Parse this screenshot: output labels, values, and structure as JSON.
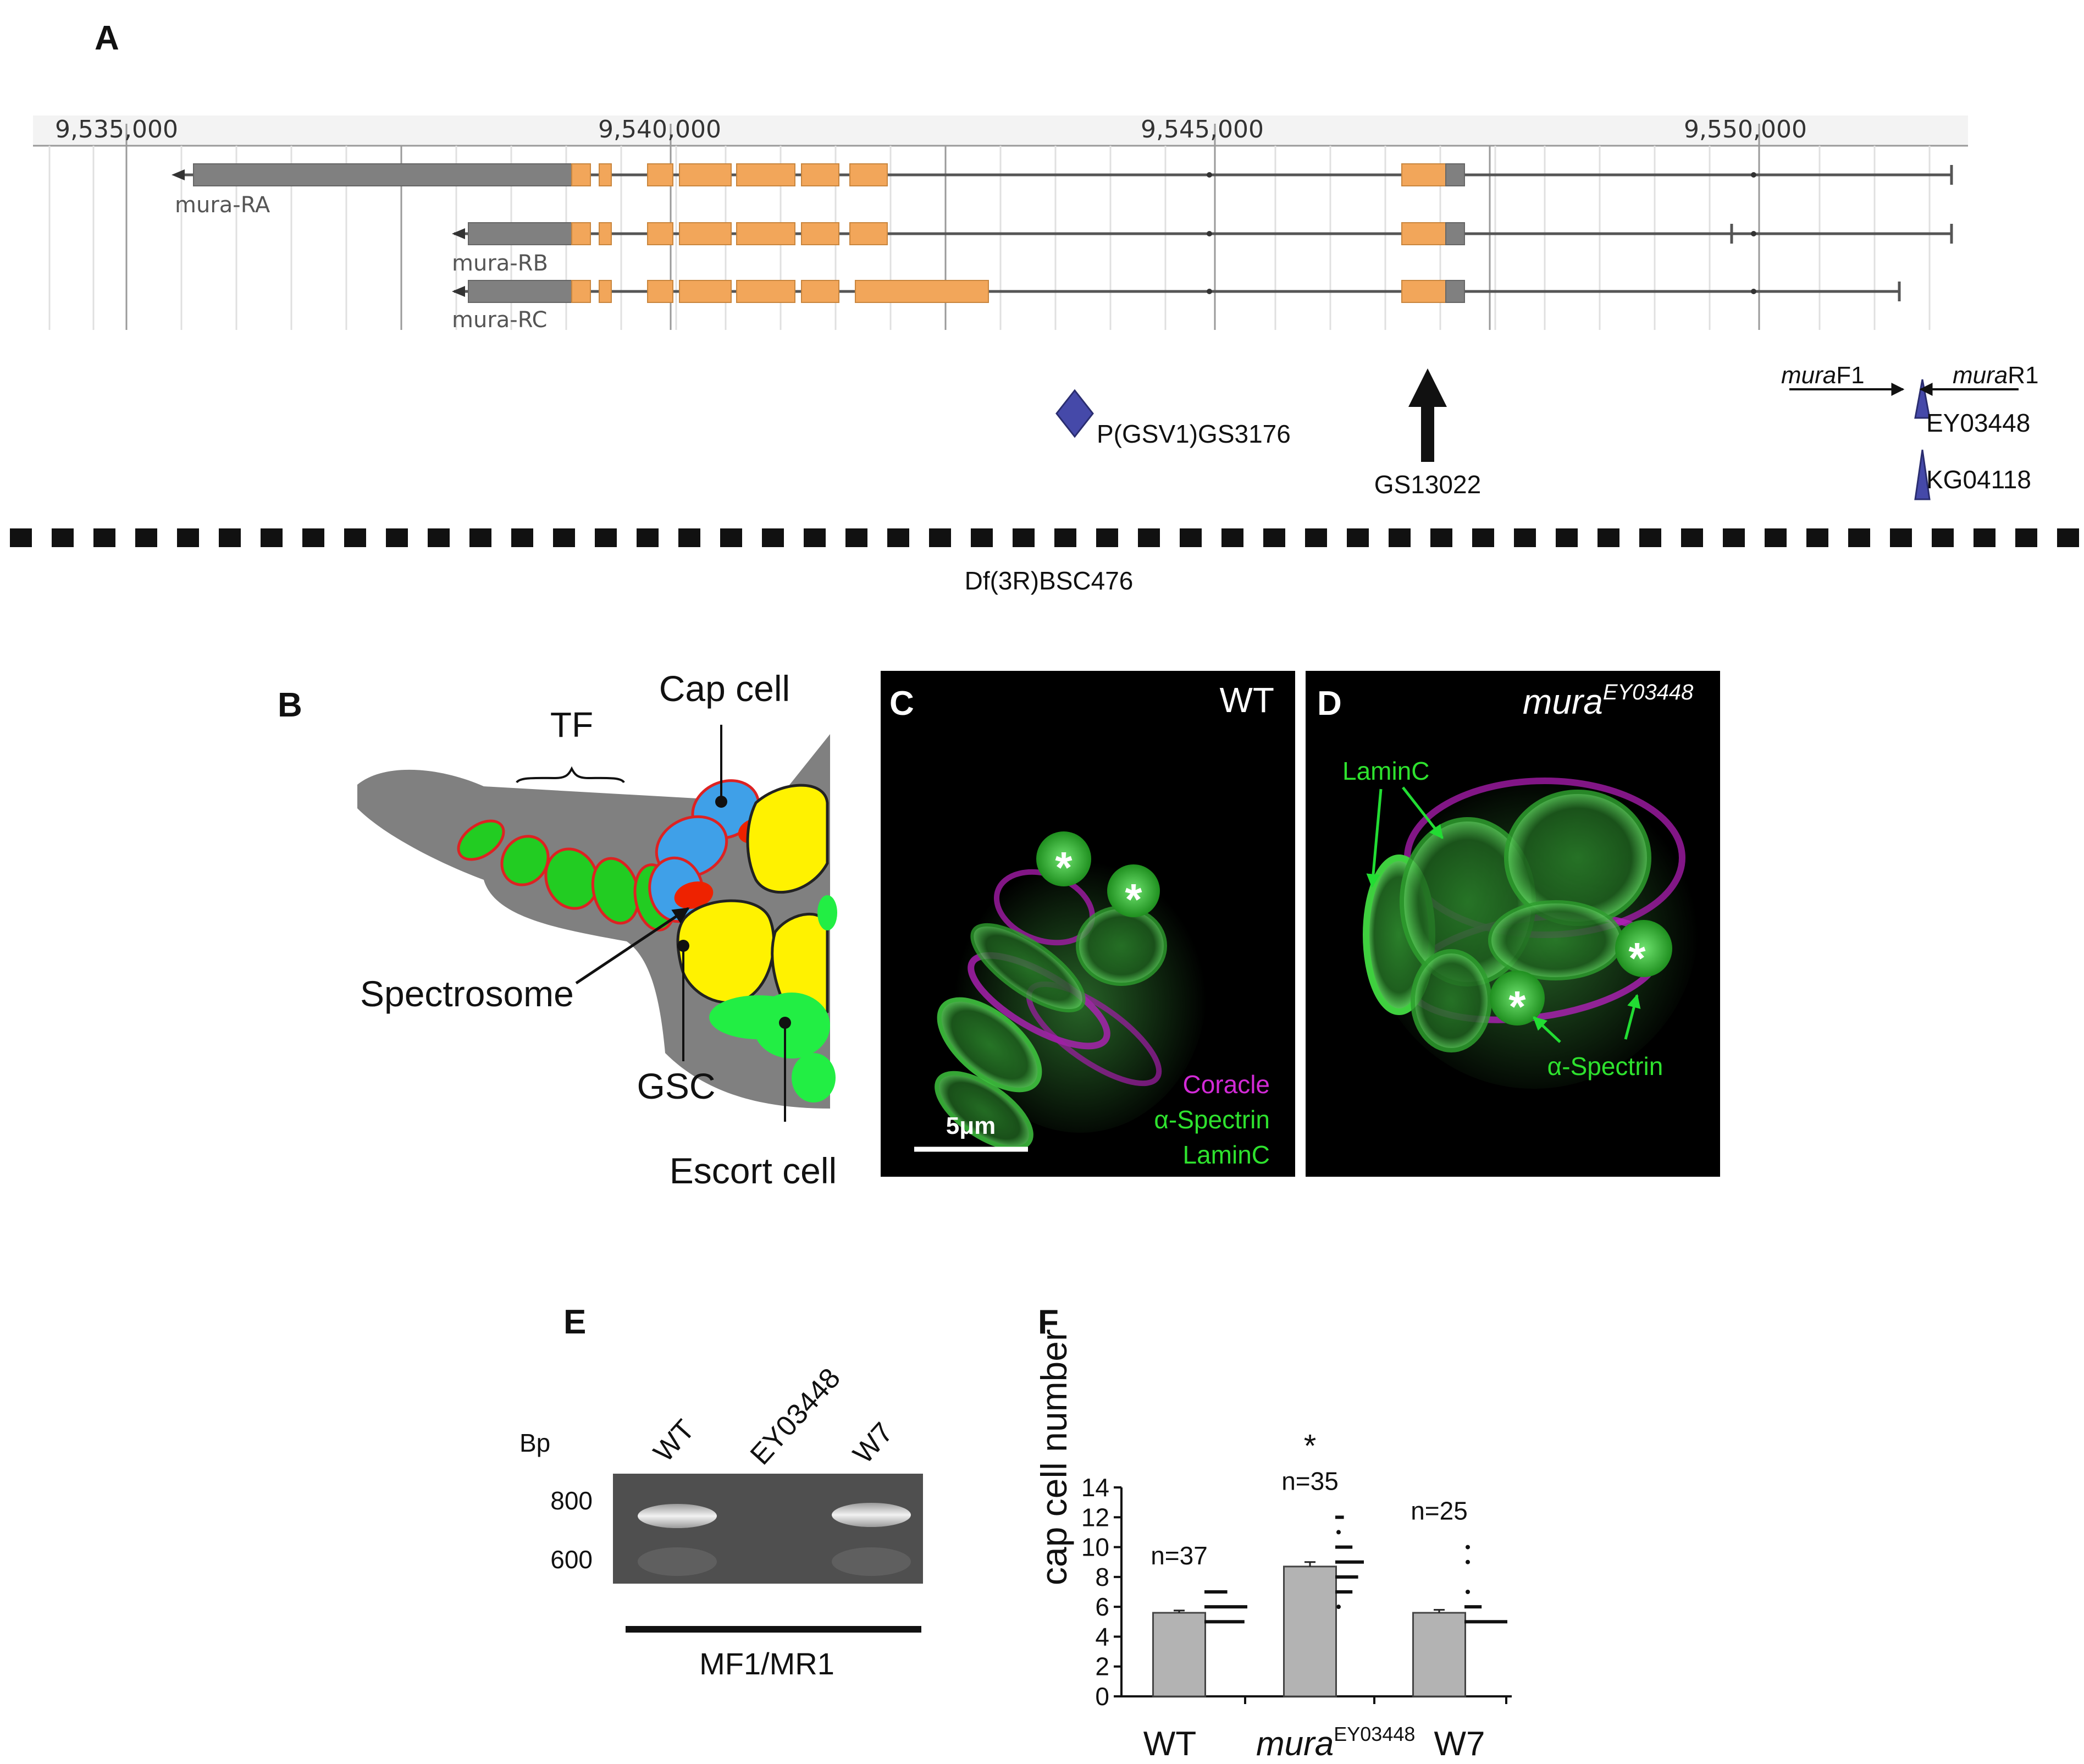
{
  "panels": {
    "a": "A",
    "b": "B",
    "c": "C",
    "d": "D",
    "e": "E",
    "f": "F"
  },
  "panel_a": {
    "ruler_ticks": [
      "9,535,000",
      "9,540,000",
      "9,545,000",
      "9,550,000"
    ],
    "transcripts": [
      "mura-RA",
      "mura-RB",
      "mura-RC"
    ],
    "insertions": {
      "gsv": "P(GSV1)GS3176",
      "gs": "GS13022",
      "ey": "EY03448",
      "kg": "KG04118"
    },
    "primers": {
      "f_italic": "mura",
      "f_rest": "F1",
      "r_italic": "mura",
      "r_rest": "R1"
    },
    "deficiency": "Df(3R)BSC476",
    "colors": {
      "utr": "#808080",
      "cds": "#f2a65a",
      "insertion": "#4549a9",
      "line": "#555555"
    }
  },
  "panel_b": {
    "labels": {
      "tf": "TF",
      "cap": "Cap cell",
      "spectrosome": "Spectrosome",
      "gsc": "GSC",
      "escort": "Escort cell"
    },
    "colors": {
      "tissue": "#808080",
      "tf_cell": "#22cc22",
      "cap_cell": "#3fa0e8",
      "gsc": "#fff200",
      "spectrosome": "#ee2200",
      "escort": "#22ee44"
    }
  },
  "panel_c": {
    "genotype": "WT",
    "legend": [
      "Coracle",
      "α-Spectrin",
      "LaminC"
    ],
    "scale_bar": "5μm",
    "markers": [
      "*",
      "*"
    ]
  },
  "panel_d": {
    "genotype_italic": "mura",
    "genotype_sup": "EY03448",
    "labels": {
      "lamin": "LaminC",
      "spectrin": "α-Spectrin"
    },
    "markers": [
      "*",
      "*"
    ]
  },
  "panel_e": {
    "unit": "Bp",
    "markers": [
      "800",
      "600"
    ],
    "lanes": [
      "WT",
      "EY03448",
      "W7"
    ],
    "primer_pair": "MF1/MR1"
  },
  "chart_data": {
    "type": "bar",
    "title": "",
    "ylabel": "cap cell number",
    "ylim": [
      0,
      14
    ],
    "yticks": [
      0,
      2,
      4,
      6,
      8,
      10,
      12,
      14
    ],
    "categories": [
      "WT",
      "mura EY03448",
      "W7"
    ],
    "category_labels": [
      {
        "main": "WT",
        "sup": ""
      },
      {
        "main": "mura",
        "sup": "EY03448"
      },
      {
        "main": "W7",
        "sup": ""
      }
    ],
    "values": [
      5.6,
      8.7,
      5.6
    ],
    "error": [
      0.15,
      0.3,
      0.2
    ],
    "n_labels": [
      "n=37",
      "n=35",
      "n=25"
    ],
    "significance": [
      "",
      "*",
      ""
    ],
    "distributions": [
      [
        [
          5,
          14
        ],
        [
          6,
          15
        ],
        [
          7,
          8
        ]
      ],
      [
        [
          6,
          1
        ],
        [
          7,
          6
        ],
        [
          8,
          8
        ],
        [
          9,
          10
        ],
        [
          10,
          6
        ],
        [
          11,
          1
        ],
        [
          12,
          3
        ]
      ],
      [
        [
          5,
          15
        ],
        [
          6,
          6
        ],
        [
          7,
          1
        ],
        [
          9,
          1
        ],
        [
          10,
          1
        ]
      ]
    ],
    "bar_color": "#b3b3b3"
  }
}
